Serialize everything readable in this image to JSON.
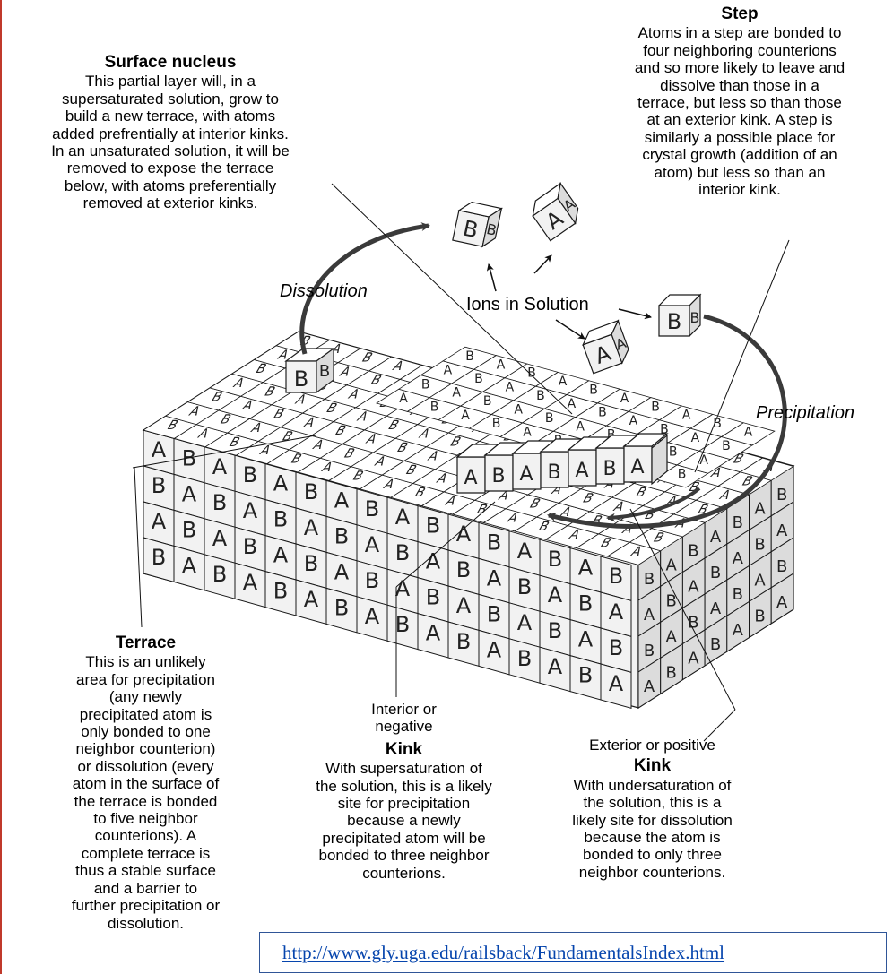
{
  "surface_nucleus": {
    "title": "Surface nucleus",
    "body": "This partial layer will, in a\nsupersaturated solution, grow to\nbuild a new terrace, with atoms\nadded prefrentially at interior kinks.\nIn an unsaturated solution, it will be\nremoved to expose the terrace\nbelow, with atoms preferentially\nremoved at exterior kinks."
  },
  "step": {
    "title": "Step",
    "body": "Atoms in a step are bonded to\nfour neighboring counterions\nand so more likely to leave and\ndissolve than those in a\nterrace, but less so than those\nat an exterior kink.  A step is\nsimilarly a possible place for\ncrystal growth (addition of an\natom) but less so than an\ninterior kink."
  },
  "terrace": {
    "title": "Terrace",
    "body": "This is an unlikely\narea for precipitation\n(any newly\nprecipitated atom is\nonly bonded to one\nneighbor counterion)\nor dissolution (every\natom in the surface of\nthe terrace is bonded\nto five neighbor\ncounterions).  A\ncomplete terrace is\nthus a stable surface\nand a barrier  to\nfurther precipitation or\ndissolution."
  },
  "interior_kink": {
    "pre": "Interior or\nnegative",
    "title": "Kink",
    "body": "With supersaturation of\nthe solution, this is a likely\nsite for precipitation\nbecause a newly\nprecipitated atom  will be\nbonded to three neighbor\ncounterions."
  },
  "exterior_kink": {
    "pre": "Exterior or positive",
    "title": "Kink",
    "body": "With undersaturation of\nthe solution, this is a\nlikely site for dissolution\nbecause the atom is\nbonded to only three\nneighbor counterions."
  },
  "labels": {
    "dissolution": "Dissolution",
    "ions": "Ions in Solution",
    "precipitation": "Precipitation"
  },
  "ion_letters": {
    "a": "A",
    "b": "B"
  },
  "source_url": "http://www.gly.uga.edu/railsback/FundamentalsIndex.html",
  "colors": {
    "cube_face": "#f2f2f2",
    "cube_top": "#ffffff",
    "cube_side": "#dcdcdc",
    "line": "#1a1a1a",
    "link": "#0645ad",
    "box_border": "#2f5597"
  }
}
